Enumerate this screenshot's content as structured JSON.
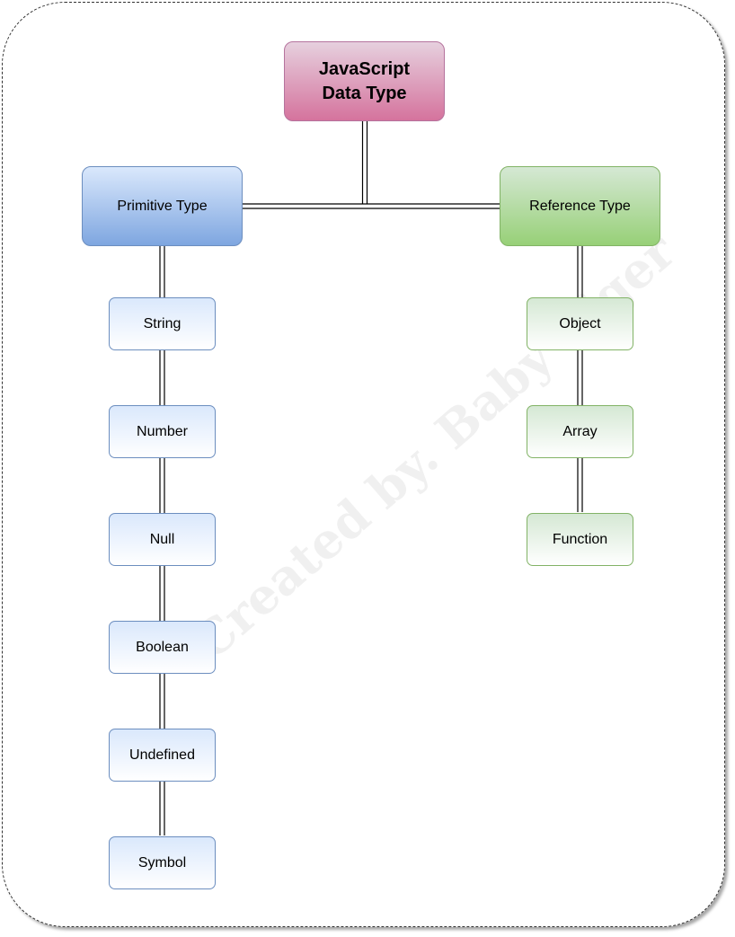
{
  "diagram": {
    "root": {
      "label": "JavaScript\nData Type"
    },
    "primitive": {
      "label": "Primitive Type",
      "children": [
        "String",
        "Number",
        "Null",
        "Boolean",
        "Undefined",
        "Symbol"
      ]
    },
    "reference": {
      "label": "Reference Type",
      "children": [
        "Object",
        "Array",
        "Function"
      ]
    },
    "watermark": "Created by. Baby Tiger"
  },
  "colors": {
    "root_fill_top": "#e6d0de",
    "root_fill_bottom": "#d5739d",
    "primitive_fill_top": "#dae8fc",
    "primitive_fill_bottom": "#7ea6e0",
    "reference_fill_top": "#d5e8d4",
    "reference_fill_bottom": "#97d077",
    "blue_stroke": "#6c8ebf",
    "green_stroke": "#82b366",
    "connector": "#000000"
  }
}
